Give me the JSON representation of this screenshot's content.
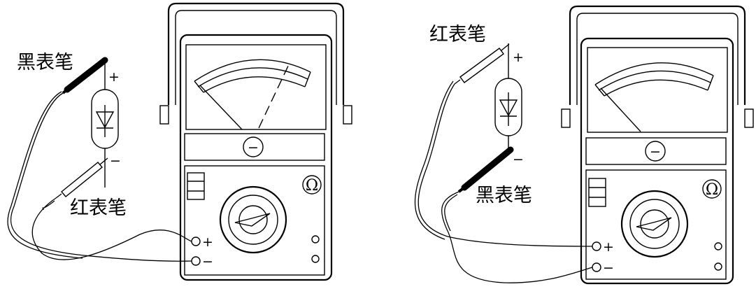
{
  "left_figure": {
    "black_probe_label": "黑表笔",
    "red_probe_label": "红表笔",
    "diode_plus": "+",
    "diode_minus": "−",
    "terminal_plus": "+",
    "terminal_minus": "−",
    "ohm_symbol": "Ω",
    "zero_adjust_symbol": "−"
  },
  "right_figure": {
    "red_probe_label": "红表笔",
    "black_probe_label": "黑表笔",
    "diode_plus": "+",
    "diode_minus": "−",
    "terminal_plus": "+",
    "terminal_minus": "−",
    "ohm_symbol": "Ω",
    "zero_adjust_symbol": "−"
  },
  "colors": {
    "line": "#000000",
    "background": "#ffffff"
  }
}
